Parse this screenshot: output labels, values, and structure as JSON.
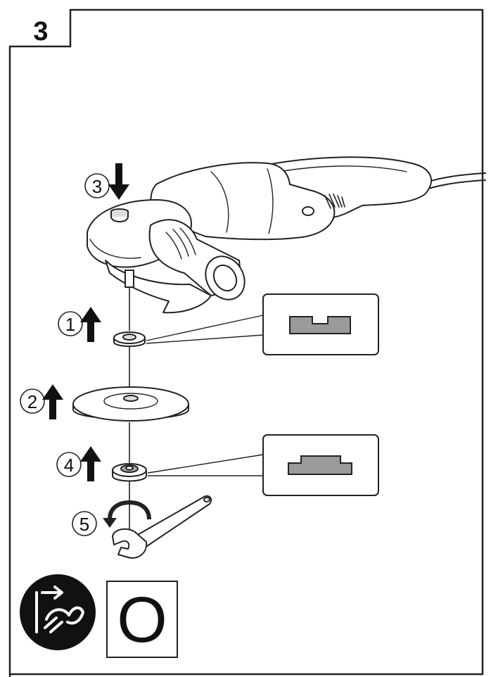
{
  "figure": {
    "step_number": "3",
    "callouts": [
      {
        "label": "1",
        "direction": "up"
      },
      {
        "label": "2",
        "direction": "up"
      },
      {
        "label": "3",
        "direction": "down"
      },
      {
        "label": "4",
        "direction": "up"
      },
      {
        "label": "5",
        "direction": "rotate"
      }
    ],
    "switch_symbol": "O",
    "icons": [
      "unplug-icon",
      "angle-grinder-icon",
      "inner-flange-icon",
      "grinding-disc-icon",
      "lock-nut-icon",
      "pin-wrench-icon",
      "shaft-lock-button-icon"
    ],
    "colors": {
      "line": "#222222",
      "part_fill": "#9a9a9a",
      "icon_fill": "#111111"
    }
  }
}
